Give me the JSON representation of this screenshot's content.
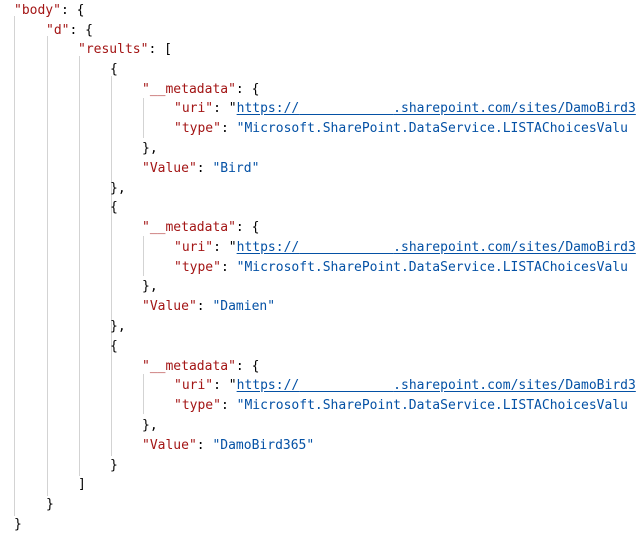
{
  "json": {
    "body_key": "\"body\"",
    "d_key": "\"d\"",
    "results_key": "\"results\"",
    "metadata_key": "\"__metadata\"",
    "uri_key": "\"uri\"",
    "type_key": "\"type\"",
    "value_key": "\"Value\"",
    "uri_prefix": "https://",
    "uri_suffix": ".sharepoint.com/sites/DamoBird3",
    "type_value": "\"Microsoft.SharePoint.DataService.LISTAChoicesValu",
    "items": [
      {
        "value": "\"Bird\""
      },
      {
        "value": "\"Damien\""
      },
      {
        "value": "\"DamoBird365\""
      }
    ]
  }
}
